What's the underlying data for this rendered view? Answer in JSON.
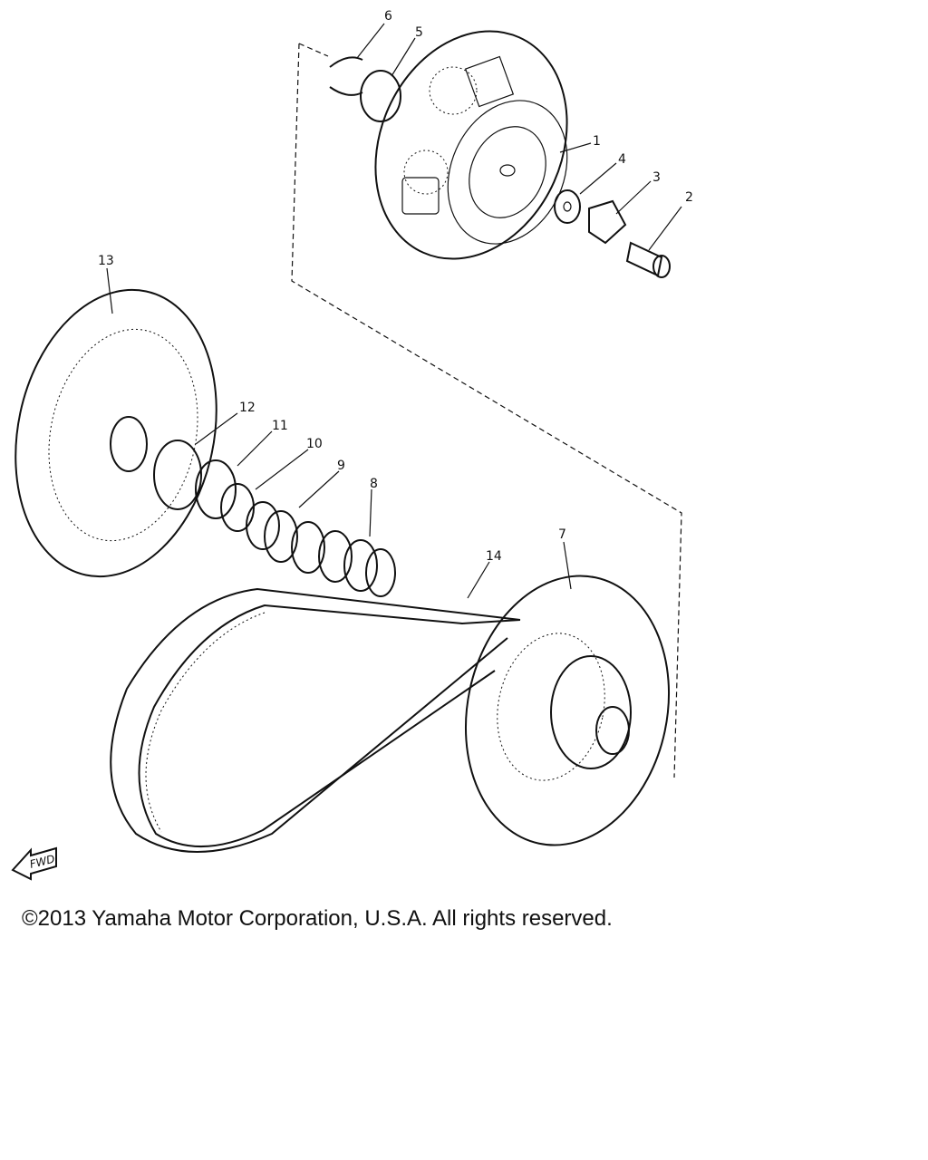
{
  "callouts": [
    "1",
    "2",
    "3",
    "4",
    "5",
    "6",
    "7",
    "8",
    "9",
    "10",
    "11",
    "12",
    "13",
    "14"
  ],
  "fwd_label": "FWD",
  "copyright": "©2013 Yamaha Motor Corporation, U.S.A. All rights reserved."
}
